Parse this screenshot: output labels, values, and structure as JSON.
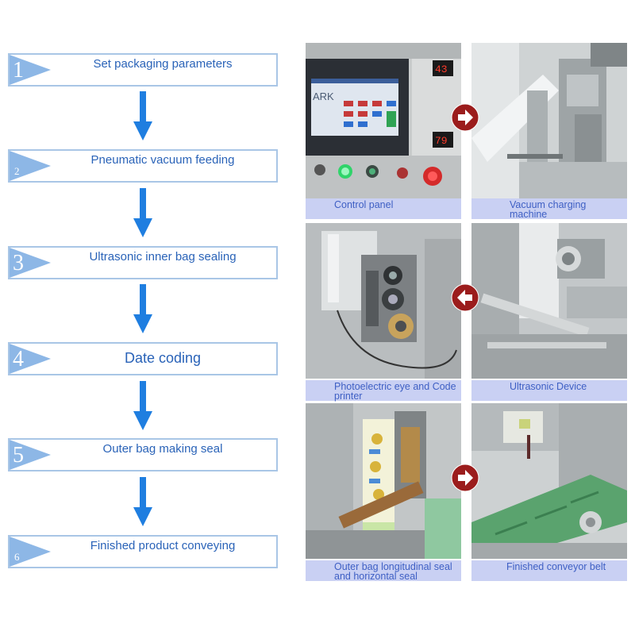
{
  "steps": [
    {
      "num": "1",
      "label": "Set packaging parameters"
    },
    {
      "num": "2",
      "label": "Pneumatic vacuum feeding"
    },
    {
      "num": "3",
      "label": "Ultrasonic inner bag sealing"
    },
    {
      "num": "4",
      "label": "Date coding"
    },
    {
      "num": "5",
      "label": "Outer bag making seal"
    },
    {
      "num": "6",
      "label": "Finished product conveying"
    }
  ],
  "photos": {
    "control_panel": {
      "caption": "Control panel",
      "screen_brand": "ARK",
      "display_top": "43",
      "display_bottom": "79"
    },
    "vacuum_machine": {
      "caption": "Vacuum charging machine"
    },
    "code_printer": {
      "caption": "Photoelectric eye and Code printer"
    },
    "ultrasonic": {
      "caption": "Ultrasonic Device"
    },
    "outer_bag": {
      "caption": "Outer bag longitudinal seal and horizontal seal"
    },
    "conveyor": {
      "caption": "Finished conveyor belt"
    }
  },
  "colors": {
    "flow_arrow": "#1f7ee0",
    "step_border": "#a9c6e6",
    "step_triangle": "#8db7e6",
    "step_text": "#2a63b8",
    "caption_bg": "#c9d0f3",
    "caption_text": "#3e5fc4",
    "red_arrow": "#9b1c1c"
  }
}
